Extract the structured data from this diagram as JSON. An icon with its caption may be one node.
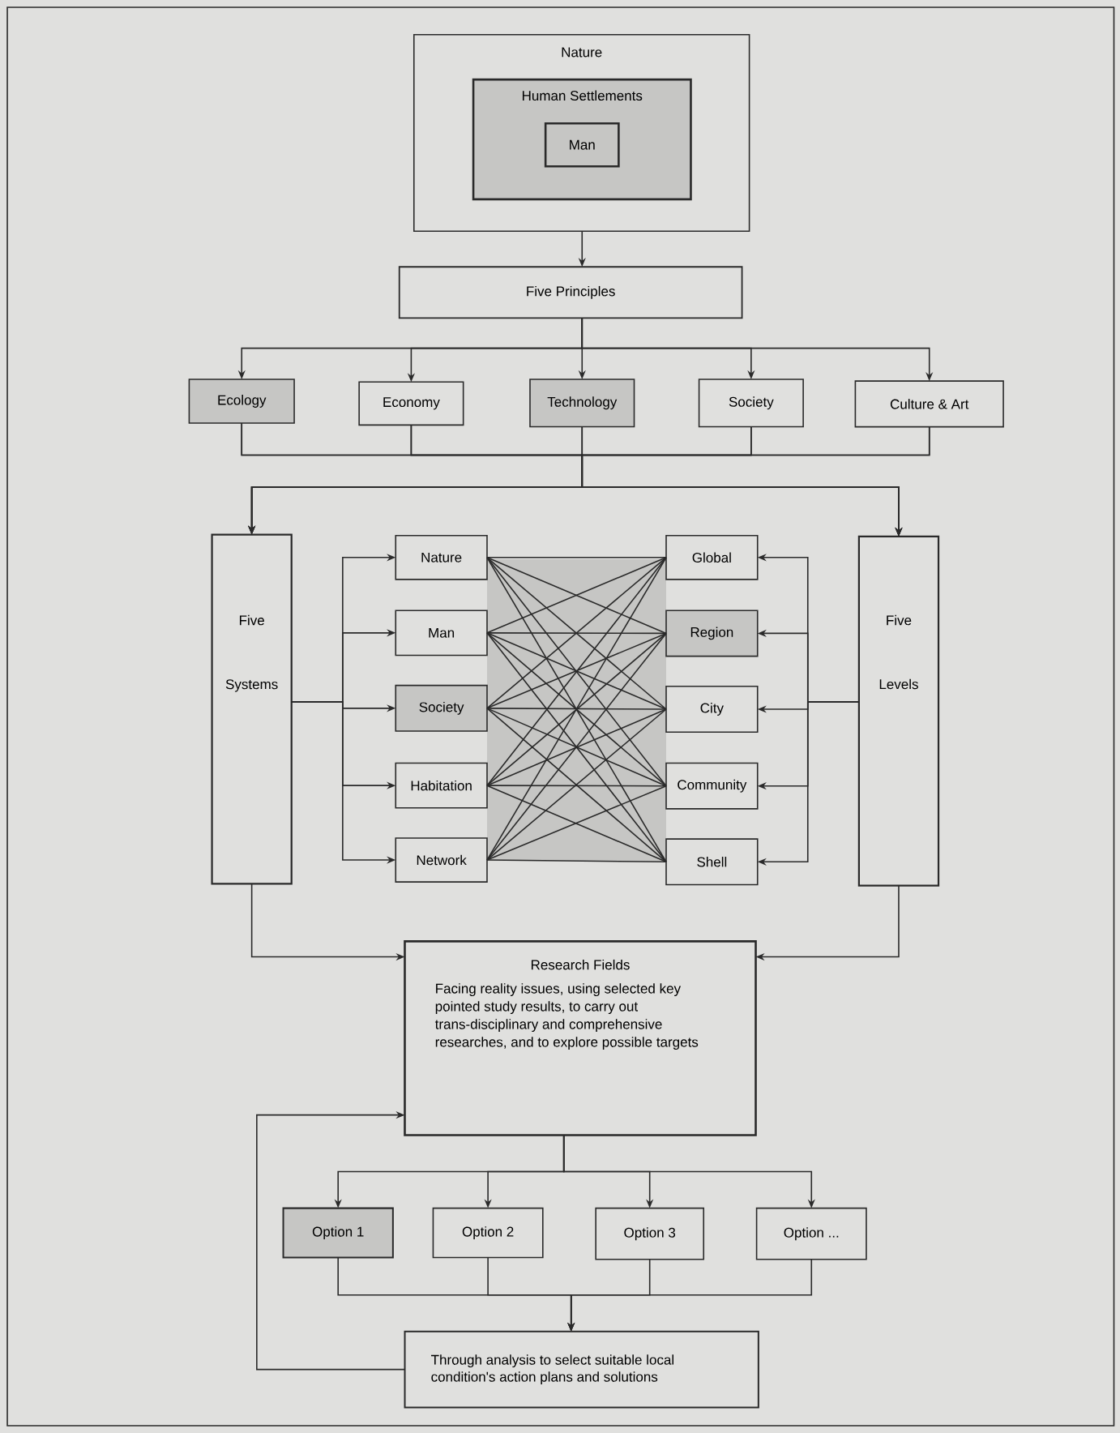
{
  "diagram": {
    "nodes": [
      {
        "text": [
          "Nature"
        ]
      },
      {
        "text": [
          "Human Settlements"
        ],
        "in": 0
      },
      {
        "text": [
          "Man"
        ],
        "in": 1
      },
      {
        "text": [
          "Five Principles"
        ]
      },
      {
        "text": [
          "Ecology"
        ]
      },
      {
        "text": [
          "Economy"
        ]
      },
      {
        "text": [
          "Technology"
        ]
      },
      {
        "text": [
          "Society"
        ]
      },
      {
        "text": [
          "Culture & Art"
        ]
      },
      {
        "text": [
          "Five Systems"
        ]
      },
      {
        "text": [
          "Nature"
        ]
      },
      {
        "text": [
          "Man"
        ]
      },
      {
        "text": [
          "Society"
        ]
      },
      {
        "text": [
          "Habitation"
        ]
      },
      {
        "text": [
          "Network"
        ]
      },
      {
        "text": [
          "Global"
        ]
      },
      {
        "text": [
          "Region"
        ]
      },
      {
        "text": [
          "City"
        ]
      },
      {
        "text": [
          "Community"
        ]
      },
      {
        "text": [
          "Shell"
        ]
      },
      {
        "text": [
          "Five Levels"
        ]
      },
      {
        "text": [
          "Research Fields",
          "Facing reality issues, using selected key pointed study results, to carry out trans-disciplinary and comprehensive researches, and to explore possible targets"
        ]
      },
      {
        "text": [
          "Option 1"
        ]
      },
      {
        "text": [
          "Option 2"
        ]
      },
      {
        "text": [
          "Option 3"
        ]
      },
      {
        "text": [
          "Option ..."
        ]
      },
      {
        "text": [
          "Through analysis to select suitable local condition's action plans and solutions"
        ]
      }
    ],
    "edges": [
      {
        "from": 0,
        "to": 3,
        "arrow": "to"
      },
      {
        "from": 3,
        "to": 4,
        "arrow": "to"
      },
      {
        "from": 3,
        "to": 5,
        "arrow": "to"
      },
      {
        "from": 3,
        "to": 6,
        "arrow": "to"
      },
      {
        "from": 3,
        "to": 7,
        "arrow": "to"
      },
      {
        "from": 3,
        "to": 8,
        "arrow": "to"
      },
      {
        "from": 4,
        "to": 9,
        "arrow": "to"
      },
      {
        "from": 4,
        "to": 20,
        "arrow": "to"
      },
      {
        "from": 5,
        "to": 9,
        "arrow": "to"
      },
      {
        "from": 5,
        "to": 20,
        "arrow": "to"
      },
      {
        "from": 6,
        "to": 9,
        "arrow": "to"
      },
      {
        "from": 6,
        "to": 20,
        "arrow": "to"
      },
      {
        "from": 7,
        "to": 9,
        "arrow": "to"
      },
      {
        "from": 7,
        "to": 20,
        "arrow": "to"
      },
      {
        "from": 8,
        "to": 9,
        "arrow": "to"
      },
      {
        "from": 8,
        "to": 20,
        "arrow": "to"
      },
      {
        "from": 9,
        "to": 10,
        "arrow": "to"
      },
      {
        "from": 9,
        "to": 11,
        "arrow": "to"
      },
      {
        "from": 9,
        "to": 12,
        "arrow": "to"
      },
      {
        "from": 9,
        "to": 13,
        "arrow": "to"
      },
      {
        "from": 9,
        "to": 14,
        "arrow": "to"
      },
      {
        "from": 20,
        "to": 15,
        "arrow": "to"
      },
      {
        "from": 20,
        "to": 16,
        "arrow": "to"
      },
      {
        "from": 20,
        "to": 17,
        "arrow": "to"
      },
      {
        "from": 20,
        "to": 18,
        "arrow": "to"
      },
      {
        "from": 20,
        "to": 19,
        "arrow": "to"
      },
      {
        "from": 10,
        "to": 15,
        "arrow": "none"
      },
      {
        "from": 10,
        "to": 16,
        "arrow": "none"
      },
      {
        "from": 10,
        "to": 17,
        "arrow": "none"
      },
      {
        "from": 10,
        "to": 18,
        "arrow": "none"
      },
      {
        "from": 10,
        "to": 19,
        "arrow": "none"
      },
      {
        "from": 11,
        "to": 15,
        "arrow": "none"
      },
      {
        "from": 11,
        "to": 16,
        "arrow": "none"
      },
      {
        "from": 11,
        "to": 17,
        "arrow": "none"
      },
      {
        "from": 11,
        "to": 18,
        "arrow": "none"
      },
      {
        "from": 11,
        "to": 19,
        "arrow": "none"
      },
      {
        "from": 12,
        "to": 15,
        "arrow": "none"
      },
      {
        "from": 12,
        "to": 16,
        "arrow": "none"
      },
      {
        "from": 12,
        "to": 17,
        "arrow": "none"
      },
      {
        "from": 12,
        "to": 18,
        "arrow": "none"
      },
      {
        "from": 12,
        "to": 19,
        "arrow": "none"
      },
      {
        "from": 13,
        "to": 15,
        "arrow": "none"
      },
      {
        "from": 13,
        "to": 16,
        "arrow": "none"
      },
      {
        "from": 13,
        "to": 17,
        "arrow": "none"
      },
      {
        "from": 13,
        "to": 18,
        "arrow": "none"
      },
      {
        "from": 13,
        "to": 19,
        "arrow": "none"
      },
      {
        "from": 14,
        "to": 15,
        "arrow": "none"
      },
      {
        "from": 14,
        "to": 16,
        "arrow": "none"
      },
      {
        "from": 14,
        "to": 17,
        "arrow": "none"
      },
      {
        "from": 14,
        "to": 18,
        "arrow": "none"
      },
      {
        "from": 14,
        "to": 19,
        "arrow": "none"
      },
      {
        "from": 9,
        "to": 21,
        "arrow": "to"
      },
      {
        "from": 20,
        "to": 21,
        "arrow": "to"
      },
      {
        "from": 21,
        "to": 22,
        "arrow": "to"
      },
      {
        "from": 21,
        "to": 23,
        "arrow": "to"
      },
      {
        "from": 21,
        "to": 24,
        "arrow": "to"
      },
      {
        "from": 21,
        "to": 25,
        "arrow": "to"
      },
      {
        "from": 22,
        "to": 26,
        "arrow": "to"
      },
      {
        "from": 23,
        "to": 26,
        "arrow": "to"
      },
      {
        "from": 24,
        "to": 26,
        "arrow": "to"
      },
      {
        "from": 25,
        "to": 26,
        "arrow": "to"
      },
      {
        "from": 26,
        "to": 21,
        "arrow": "to"
      }
    ]
  }
}
